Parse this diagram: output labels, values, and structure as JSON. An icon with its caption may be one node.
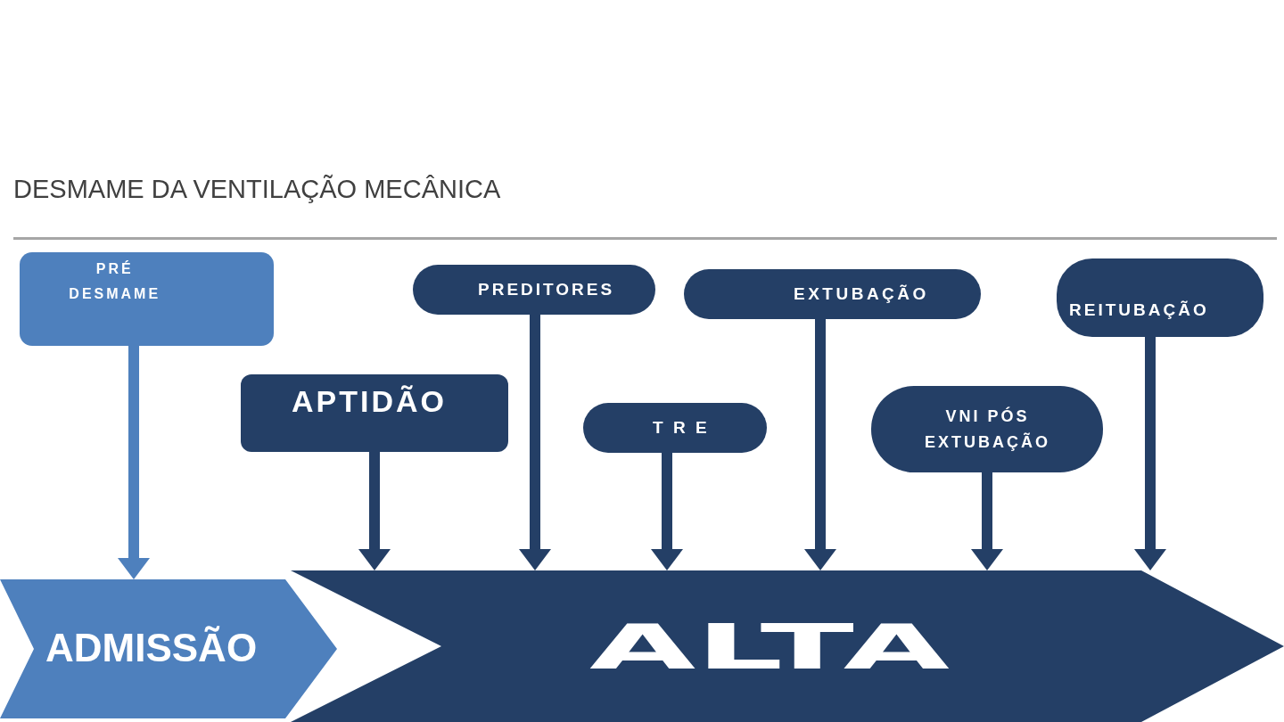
{
  "diagram": {
    "title": "DESMAME DA VENTILAÇÃO MECÂNICA",
    "nodes": [
      {
        "text": [
          "PRÉ DESMAME"
        ]
      },
      {
        "text": [
          "PREDITORES"
        ]
      },
      {
        "text": [
          "EXTUBAÇÃO"
        ]
      },
      {
        "text": [
          "REITUBAÇÃO"
        ]
      },
      {
        "text": [
          "APTIDÃO"
        ]
      },
      {
        "text": [
          "T R E"
        ]
      },
      {
        "text": [
          "VNI PÓS EXTUBAÇÃO"
        ]
      },
      {
        "text": [
          "ADMISSÃO"
        ]
      },
      {
        "text": [
          "ALTA"
        ]
      }
    ],
    "edges": [
      {
        "from": 0,
        "to": 7,
        "arrow": "to",
        "color": "#4e80bd"
      },
      {
        "from": 4,
        "to": 8,
        "arrow": "to"
      },
      {
        "from": 1,
        "to": 8,
        "arrow": "to"
      },
      {
        "from": 5,
        "to": 8,
        "arrow": "to"
      },
      {
        "from": 2,
        "to": 8,
        "arrow": "to"
      },
      {
        "from": 6,
        "to": 8,
        "arrow": "to"
      },
      {
        "from": 3,
        "to": 8,
        "arrow": "to"
      }
    ]
  }
}
